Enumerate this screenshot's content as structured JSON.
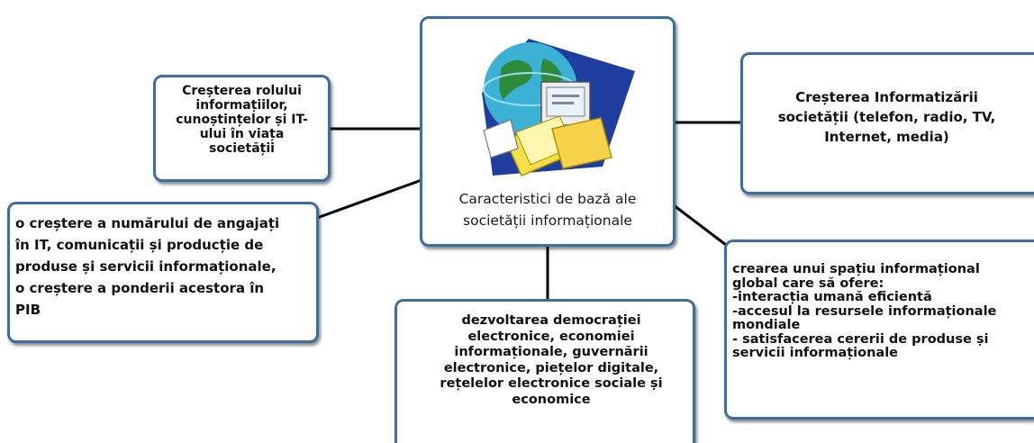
{
  "diagram": {
    "center": {
      "title": "Caracteristici de bază ale\nsocietății informaționale",
      "image": "computer-globe-clipart"
    },
    "nodes": {
      "top_left": "Creșterea rolului\ninformațiilor,\ncunoștințelor și IT-\nului în viața\nsocietății",
      "top_right": "Creșterea Informatizării\nsocietății (telefon, radio, TV,\nInternet, media)",
      "middle_left": "o creștere a numărului de angajați\nîn IT, comunicații și producție de\nproduse și servicii informaționale,\no creștere a ponderii acestora în\nPIB",
      "bottom_center": "dezvoltarea democrației\nelectronice, economiei\ninformaționale, guvernării\nelectronice, piețelor digitale,\nrețelelor electronice sociale și\neconomice",
      "bottom_right": "crearea unui spațiu informațional\nglobal care să ofere:\n-interacția umană eficientă\n-accesul la resursele informaționale\nmondiale\n- satisfacerea cererii de produse și\nservicii informaționale"
    },
    "colors": {
      "border": "#3a6fa3",
      "connector": "#000000",
      "text": "#111111"
    }
  }
}
